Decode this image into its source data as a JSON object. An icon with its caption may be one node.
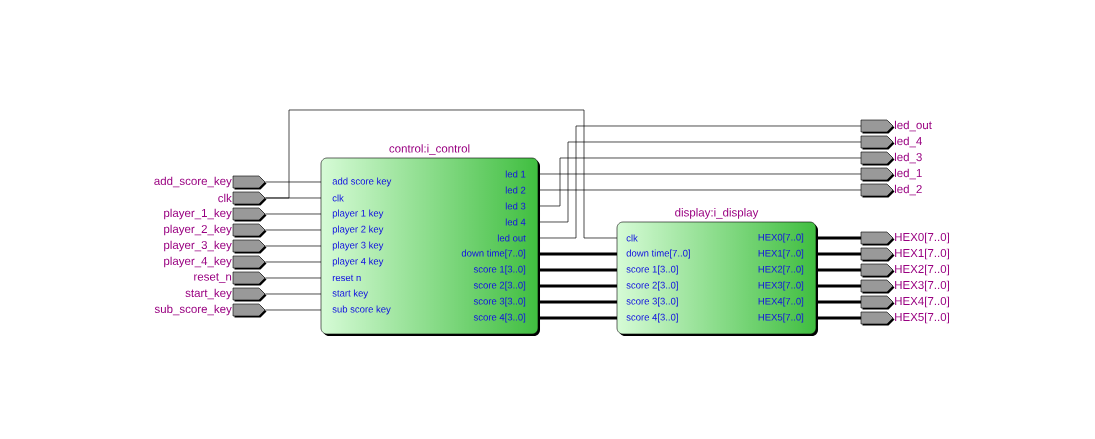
{
  "diagram": {
    "nodes": [
      {
        "text": [
          "add_score_key"
        ]
      },
      {
        "text": [
          "clk"
        ]
      },
      {
        "text": [
          "player_1_key"
        ]
      },
      {
        "text": [
          "player_2_key"
        ]
      },
      {
        "text": [
          "player_3_key"
        ]
      },
      {
        "text": [
          "player_4_key"
        ]
      },
      {
        "text": [
          "reset_n"
        ]
      },
      {
        "text": [
          "start_key"
        ]
      },
      {
        "text": [
          "sub_score_key"
        ]
      },
      {
        "text": [
          "control:i_control",
          "add score key",
          "clk",
          "player 1 key",
          "player 2 key",
          "player 3 key",
          "player 4 key",
          "reset n",
          "start key",
          "sub score key",
          "led 1",
          "led 2",
          "led 3",
          "led 4",
          "led out",
          "down time[7..0]",
          "score 1[3..0]",
          "score 2[3..0]",
          "score 3[3..0]",
          "score 4[3..0]"
        ]
      },
      {
        "text": [
          "display:i_display",
          "clk",
          "down time[7..0]",
          "score 1[3..0]",
          "score 2[3..0]",
          "score 3[3..0]",
          "score 4[3..0]",
          "HEX0[7..0]",
          "HEX1[7..0]",
          "HEX2[7..0]",
          "HEX3[7..0]",
          "HEX4[7..0]",
          "HEX5[7..0]"
        ]
      },
      {
        "text": [
          "led_out"
        ]
      },
      {
        "text": [
          "led_4"
        ]
      },
      {
        "text": [
          "led_3"
        ]
      },
      {
        "text": [
          "led_1"
        ]
      },
      {
        "text": [
          "led_2"
        ]
      },
      {
        "text": [
          "HEX0[7..0]"
        ]
      },
      {
        "text": [
          "HEX1[7..0]"
        ]
      },
      {
        "text": [
          "HEX2[7..0]"
        ]
      },
      {
        "text": [
          "HEX3[7..0]"
        ]
      },
      {
        "text": [
          "HEX4[7..0]"
        ]
      },
      {
        "text": [
          "HEX5[7..0]"
        ]
      }
    ],
    "edges": [
      {
        "from": 0,
        "to": 9,
        "arrow": "none"
      },
      {
        "from": 1,
        "to": 9,
        "arrow": "none"
      },
      {
        "from": 1,
        "to": 10,
        "arrow": "none"
      },
      {
        "from": 2,
        "to": 9,
        "arrow": "none"
      },
      {
        "from": 3,
        "to": 9,
        "arrow": "none"
      },
      {
        "from": 4,
        "to": 9,
        "arrow": "none"
      },
      {
        "from": 5,
        "to": 9,
        "arrow": "none"
      },
      {
        "from": 6,
        "to": 9,
        "arrow": "none"
      },
      {
        "from": 7,
        "to": 9,
        "arrow": "none"
      },
      {
        "from": 8,
        "to": 9,
        "arrow": "none"
      },
      {
        "from": 9,
        "to": 14,
        "arrow": "none"
      },
      {
        "from": 9,
        "to": 15,
        "arrow": "none"
      },
      {
        "from": 9,
        "to": 13,
        "arrow": "none"
      },
      {
        "from": 9,
        "to": 12,
        "arrow": "none"
      },
      {
        "from": 9,
        "to": 11,
        "arrow": "none"
      },
      {
        "from": 9,
        "to": 10,
        "arrow": "none",
        "style": "thick"
      },
      {
        "from": 9,
        "to": 10,
        "arrow": "none",
        "style": "thick"
      },
      {
        "from": 9,
        "to": 10,
        "arrow": "none",
        "style": "thick"
      },
      {
        "from": 9,
        "to": 10,
        "arrow": "none",
        "style": "thick"
      },
      {
        "from": 9,
        "to": 10,
        "arrow": "none",
        "style": "thick"
      },
      {
        "from": 10,
        "to": 16,
        "arrow": "none",
        "style": "thick"
      },
      {
        "from": 10,
        "to": 17,
        "arrow": "none",
        "style": "thick"
      },
      {
        "from": 10,
        "to": 18,
        "arrow": "none",
        "style": "thick"
      },
      {
        "from": 10,
        "to": 19,
        "arrow": "none",
        "style": "thick"
      },
      {
        "from": 10,
        "to": 20,
        "arrow": "none",
        "style": "thick"
      },
      {
        "from": 10,
        "to": 21,
        "arrow": "none",
        "style": "thick"
      }
    ]
  }
}
